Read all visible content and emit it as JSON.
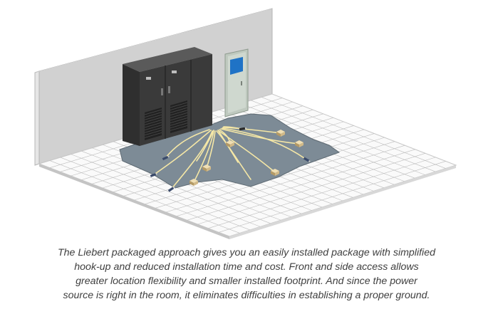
{
  "caption": {
    "lines": [
      "The Liebert packaged approach gives you an easily installed package with simplified",
      "hook-up and reduced installation time and cost. Front and side access allows",
      "greater location flexibility and smaller installed footprint. And since the power",
      "source is right in the room, it eliminates difficulties in establishing a proper ground."
    ]
  },
  "colors": {
    "wall": "#d1d1d1",
    "floor_tile": "#fafafa",
    "tile_grid": "#bdbdbd",
    "subfloor": "#7d8b96",
    "cabinet": "#3a3a3a",
    "cable": "#f5e7a6",
    "door": "#cfd8cf",
    "door_window": "#1f73c6",
    "caption_text": "#3f3f3f"
  },
  "icons": [
    "power-cabinet-icon",
    "door-icon",
    "junction-box-icon",
    "cable-connector-icon"
  ]
}
